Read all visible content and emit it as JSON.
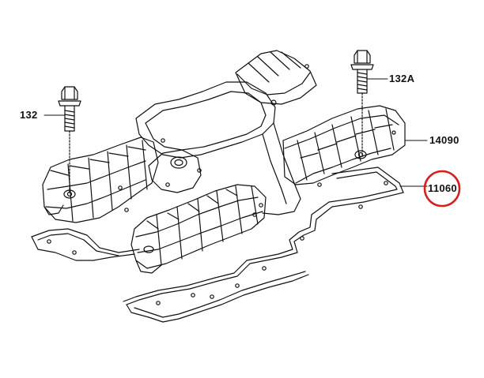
{
  "labels": {
    "bolt_a": "132A",
    "bolt": "132",
    "cover": "14090",
    "gasket": "11060"
  },
  "highlight": {
    "part": "11060",
    "color": "#d42020"
  },
  "colors": {
    "ink": "#111111",
    "background": "#ffffff"
  }
}
